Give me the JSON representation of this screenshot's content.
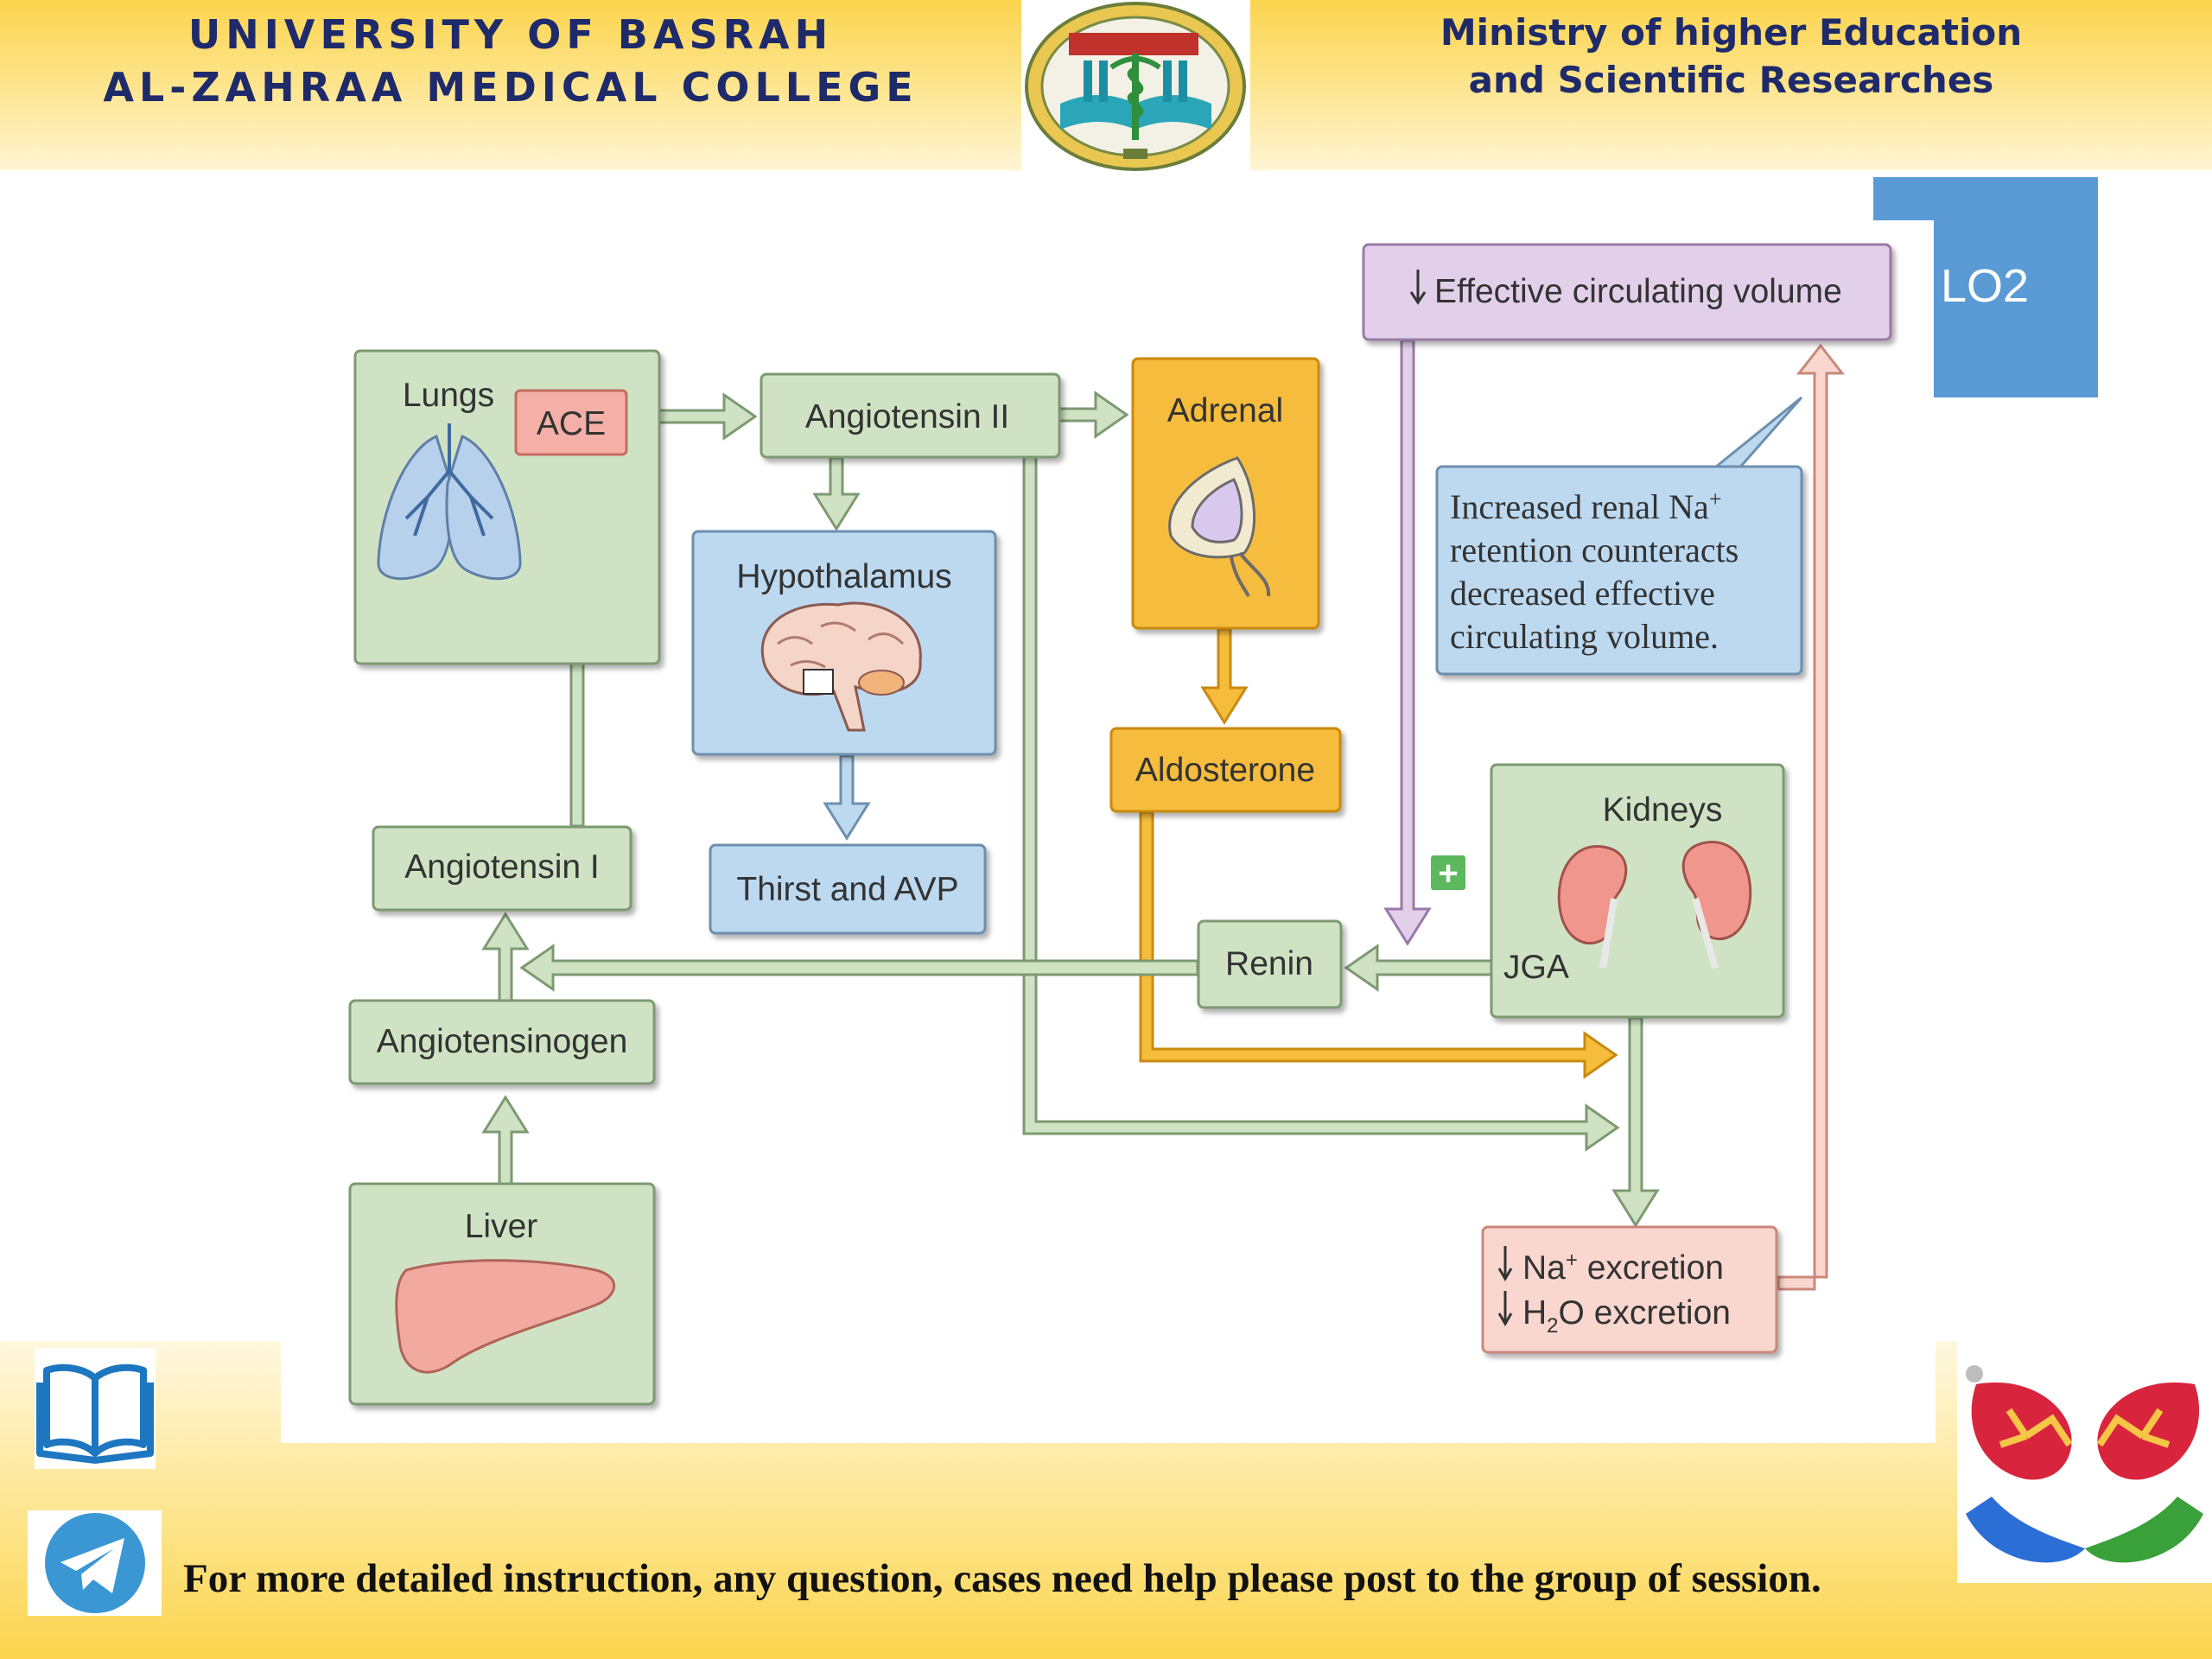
{
  "header": {
    "left_line1": "UNIVERSITY OF BASRAH",
    "left_line2": "AL-ZAHRAA MEDICAL COLLEGE",
    "right_line1": "Ministry of higher Education",
    "right_line2": "and Scientific Researches"
  },
  "badge": {
    "label": "LO2"
  },
  "diagram": {
    "effective_volume": "Effective circulating volume",
    "lungs": "Lungs",
    "ace": "ACE",
    "angiotensin_ii": "Angiotensin II",
    "adrenal": "Adrenal",
    "hypothalamus": "Hypothalamus",
    "thirst": "Thirst and AVP",
    "aldosterone": "Aldosterone",
    "angiotensin_i": "Angiotensin I",
    "angiotensinogen": "Angiotensinogen",
    "liver": "Liver",
    "renin": "Renin",
    "kidneys": "Kidneys",
    "jga": "JGA",
    "plus": "+",
    "note_lines": [
      "Increased renal Na",
      "retention counteracts",
      "decreased effective",
      "circulating volume."
    ],
    "note_sup": "+",
    "na_excretion": " excretion",
    "na": "Na",
    "na_sup": "+",
    "h2o_h": "H",
    "h2o_sub": "2",
    "h2o_rest": "O excretion"
  },
  "footer": {
    "instruction": "For more detailed instruction, any question, cases need help please post to the group of session."
  },
  "colors": {
    "green_box": "#cfe3c4",
    "green_border": "#7d9a72",
    "blue_box": "#bcd9f0",
    "orange_box": "#f6bc3c",
    "pink_box": "#f9d7cf",
    "purple_box": "#e2d0ea",
    "header_yellow": "#fcd44e"
  }
}
